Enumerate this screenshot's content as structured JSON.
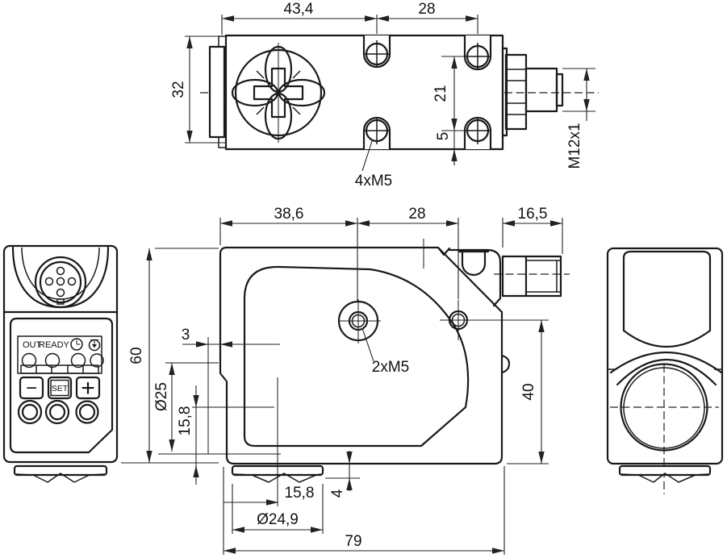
{
  "top_view": {
    "dim_width_a": "43,4",
    "dim_width_b": "28",
    "dim_height": "32",
    "dim_hole_pitch": "21",
    "dim_hole_edge": "5",
    "mount_holes_label": "4xM5",
    "connector_thread_label": "M12x1"
  },
  "front_view": {
    "dim_width_a": "38,6",
    "dim_width_b": "28",
    "dim_connector_length": "16,5",
    "dim_height": "60",
    "dim_lens_face_offset": "3",
    "dim_lens_diameter": "Ø25",
    "dim_lens_axis_from_bottom": "15,8",
    "dim_lens_axis_from_left": "15,8",
    "dim_foot_height": "4",
    "dim_foot_diameter": "Ø24,9",
    "dim_total_width": "79",
    "dim_right_height": "40",
    "mount_holes_label": "2xM5"
  },
  "rear_view": {
    "led_label_out": "OUT",
    "led_label_ready": "READY",
    "button_minus_label": "−",
    "button_set_label": "SET",
    "button_plus_label": "+"
  }
}
